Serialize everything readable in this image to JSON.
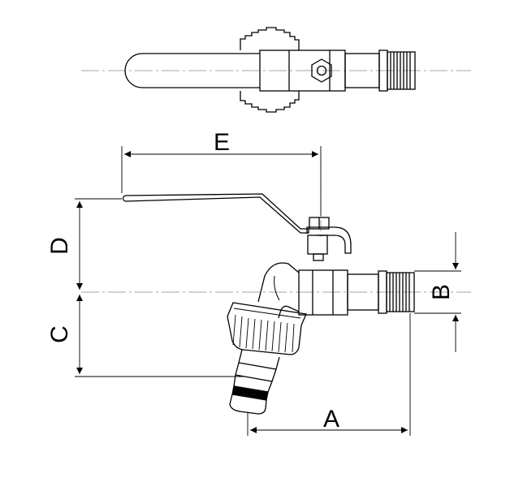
{
  "dimensions": {
    "A": "A",
    "B": "B",
    "C": "C",
    "D": "D",
    "E": "E"
  },
  "colors": {
    "line": "#000000",
    "centerline": "#888888",
    "background": "#ffffff"
  }
}
